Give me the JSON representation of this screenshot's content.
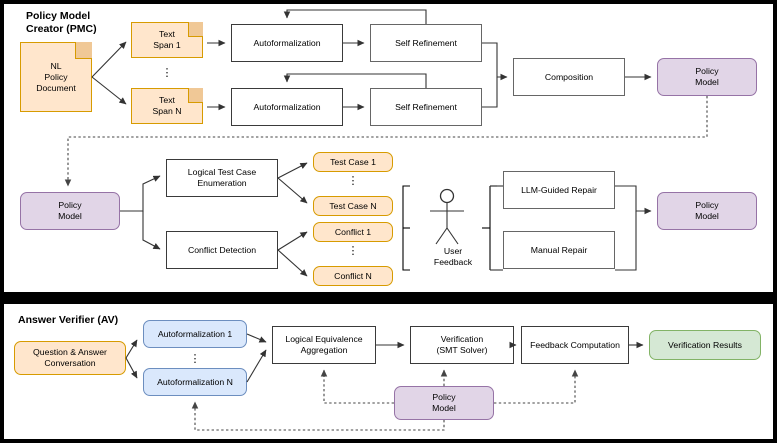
{
  "figure": {
    "title": "Policy verification pipeline diagram",
    "colors": {
      "orange_fill": "#ffe6cc",
      "orange_stroke": "#d79b00",
      "purple_fill": "#e1d5e7",
      "purple_stroke": "#9673a6",
      "blue_fill": "#dae8fc",
      "blue_stroke": "#6c8ebf",
      "green_fill": "#d5e8d4",
      "green_stroke": "#82b366",
      "box_stroke": "#666666",
      "background": "#ffffff"
    }
  },
  "pmc": {
    "title": "Policy Model\nCreator (PMC)",
    "nl_policy_document": "NL\nPolicy\nDocument",
    "text_span_1": "Text\nSpan 1",
    "text_span_n": "Text\nSpan N",
    "vertical_ellipsis": "⋮",
    "autoformalization_1": "Autoformalization",
    "autoformalization_n": "Autoformalization",
    "self_refinement_1": "Self Refinement",
    "self_refinement_n": "Self Refinement",
    "composition": "Composition",
    "policy_model_out": "Policy\nModel"
  },
  "testing": {
    "policy_model_in": "Policy\nModel",
    "logical_test_case_enumeration": "Logical Test Case\nEnumeration",
    "conflict_detection": "Conflict Detection",
    "test_case_1": "Test Case 1",
    "test_case_n": "Test Case N",
    "conflict_1": "Conflict 1",
    "conflict_n": "Conflict N",
    "user_feedback": "User\nFeedback",
    "llm_guided_repair": "LLM-Guided Repair",
    "manual_repair": "Manual Repair",
    "policy_model_out": "Policy\nModel"
  },
  "av": {
    "title": "Answer Verifier (AV)",
    "question_answer_conversation": "Question & Answer\nConversation",
    "autoformalization_1": "Autoformalization 1",
    "autoformalization_n": "Autoformalization N",
    "vertical_ellipsis": "⋮",
    "logical_equivalence_aggregation": "Logical Equivalence\nAggregation",
    "verification_smt_solver": "Verification\n(SMT Solver)",
    "feedback_computation": "Feedback Computation",
    "verification_results": "Verification Results",
    "policy_model": "Policy\nModel"
  }
}
